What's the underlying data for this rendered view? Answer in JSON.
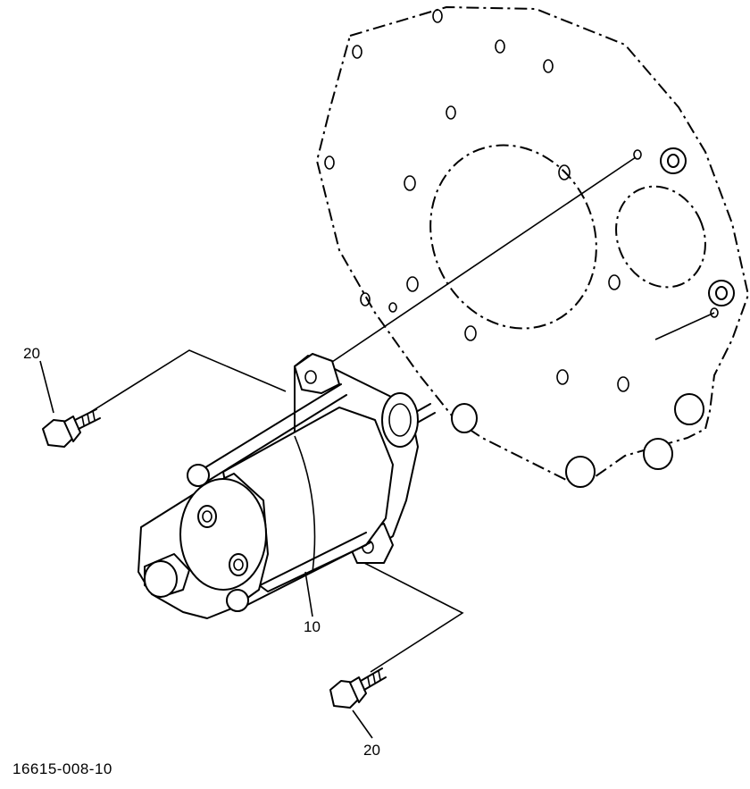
{
  "callouts": {
    "bolt_upper": "20",
    "starter": "10",
    "bolt_lower": "20"
  },
  "drawing_code": "16615-008-10",
  "colors": {
    "ink": "#000000",
    "paper": "#ffffff"
  }
}
